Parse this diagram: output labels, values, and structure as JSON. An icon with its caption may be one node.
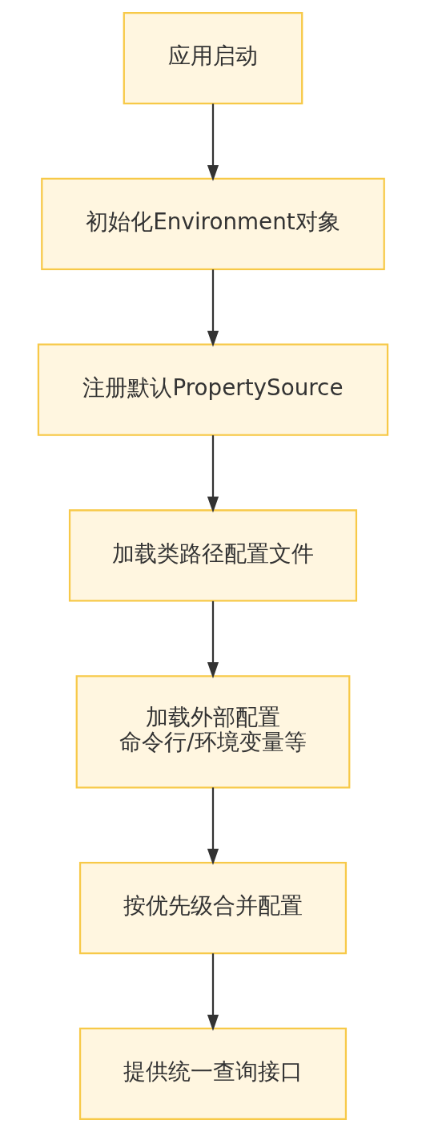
{
  "diagram": {
    "nodes": [
      {
        "text": [
          "应用启动"
        ]
      },
      {
        "text": [
          "初始化Environment对象"
        ]
      },
      {
        "text": [
          "注册默认PropertySource"
        ]
      },
      {
        "text": [
          "加载类路径配置文件"
        ]
      },
      {
        "text": [
          "加载外部配置",
          "命令行/环境变量等"
        ]
      },
      {
        "text": [
          "按优先级合并配置"
        ]
      },
      {
        "text": [
          "提供统一查询接口"
        ]
      }
    ],
    "edges": [
      {
        "from": 0,
        "to": 1,
        "arrow": "to"
      },
      {
        "from": 1,
        "to": 2,
        "arrow": "to"
      },
      {
        "from": 2,
        "to": 3,
        "arrow": "to"
      },
      {
        "from": 3,
        "to": 4,
        "arrow": "to"
      },
      {
        "from": 4,
        "to": 5,
        "arrow": "to"
      },
      {
        "from": 5,
        "to": 6,
        "arrow": "to"
      }
    ]
  }
}
